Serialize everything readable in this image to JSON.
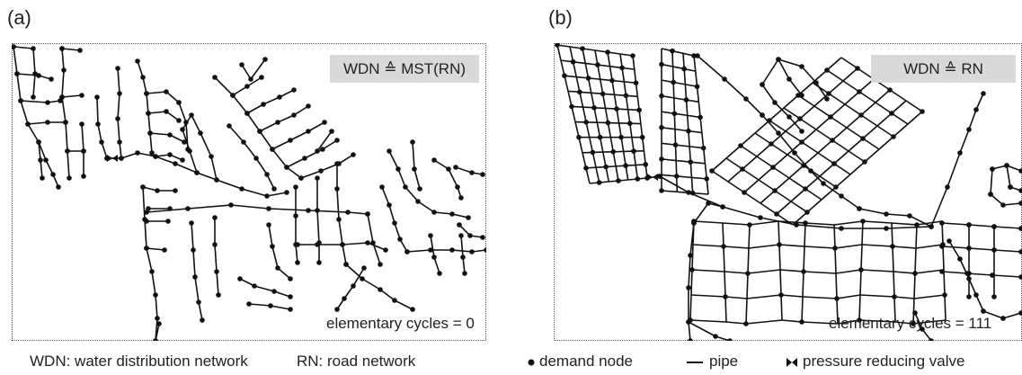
{
  "panels": {
    "a": {
      "label": "(a)",
      "badge": "WDN ≙ MST(RN)",
      "cycles": "elementary cycles = 0"
    },
    "b": {
      "label": "(b)",
      "badge": "WDN ≙ RN",
      "cycles": "elementary cycles = 111"
    }
  },
  "legend": {
    "wdn": "WDN: water distribution network",
    "rn": "RN: road network",
    "node": "demand node",
    "pipe": "pipe",
    "prv": "pressure reducing valve"
  },
  "colors": {
    "network": "#111111",
    "badge_bg": "#d9d9d9",
    "frame": "#555555"
  }
}
